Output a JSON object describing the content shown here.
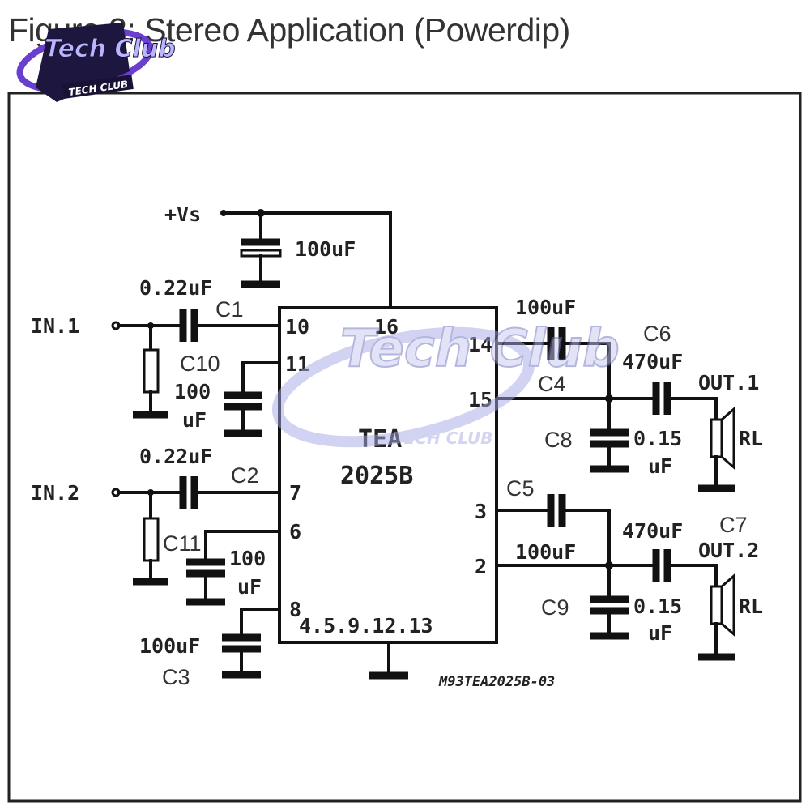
{
  "title": "Figure 3: Stereo Application (Powerdip)",
  "logo": {
    "text": "Tech Club",
    "subtext": "TECH CLUB"
  },
  "watermark": {
    "text": "Tech Club",
    "subtext": "TECH CLUB"
  },
  "ic": {
    "name_line1": "TEA",
    "name_line2": "2025B"
  },
  "pins": {
    "p10": "10",
    "p11": "11",
    "p16": "16",
    "p14": "14",
    "p15": "15",
    "p7": "7",
    "p6": "6",
    "p8": "8",
    "p3": "3",
    "p2": "2",
    "ground": "4.5.9.12.13"
  },
  "labels": {
    "supply": "+Vs",
    "in1": "IN.1",
    "in2": "IN.2",
    "out1": "OUT.1",
    "out2": "OUT.2",
    "rl1": "RL",
    "rl2": "RL",
    "v_supply_cap": "100uF",
    "v_c1": "0.22uF",
    "v_c2": "0.22uF",
    "v_c10a": "100",
    "v_c10b": "uF",
    "v_c11a": "100",
    "v_c11b": "uF",
    "v_c3": "100uF",
    "v_c4": "100uF",
    "v_c5": "100uF",
    "v_c6": "470uF",
    "v_c7": "470uF",
    "v_c8a": "0.15",
    "v_c8b": "uF",
    "v_c9a": "0.15",
    "v_c9b": "uF",
    "ref_c1": "C1",
    "ref_c2": "C2",
    "ref_c3": "C3",
    "ref_c4": "C4",
    "ref_c5": "C5",
    "ref_c6": "C6",
    "ref_c7": "C7",
    "ref_c8": "C8",
    "ref_c9": "C9",
    "ref_c10": "C10",
    "ref_c11": "C11",
    "code": "M93TEA2025B-03"
  }
}
